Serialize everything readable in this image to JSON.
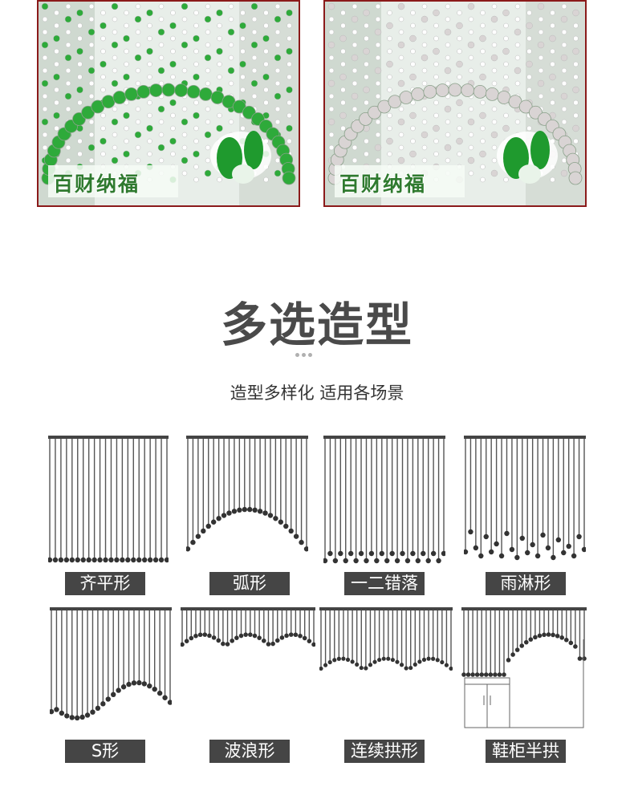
{
  "photos": [
    {
      "banner": "百财纳福",
      "bead_color": "#2eaa3a"
    },
    {
      "banner": "百财纳福",
      "bead_color": "#d9d4d4"
    }
  ],
  "section": {
    "title": "多选造型",
    "subtitle": "造型多样化 适用各场景"
  },
  "styles": [
    {
      "key": "even",
      "label": "齐平形"
    },
    {
      "key": "arc",
      "label": "弧形"
    },
    {
      "key": "step",
      "label": "一二错落"
    },
    {
      "key": "rain",
      "label": "雨淋形"
    },
    {
      "key": "s",
      "label": "S形"
    },
    {
      "key": "wave",
      "label": "波浪形"
    },
    {
      "key": "multi-arch",
      "label": "连续拱形"
    },
    {
      "key": "cabinet-arch",
      "label": "鞋柜半拱"
    }
  ],
  "colors": {
    "frame": "#8b1a1a",
    "green": "#2eaa3a",
    "clear": "#d9d4d4",
    "label_bg": "#454545",
    "line": "#555555"
  }
}
